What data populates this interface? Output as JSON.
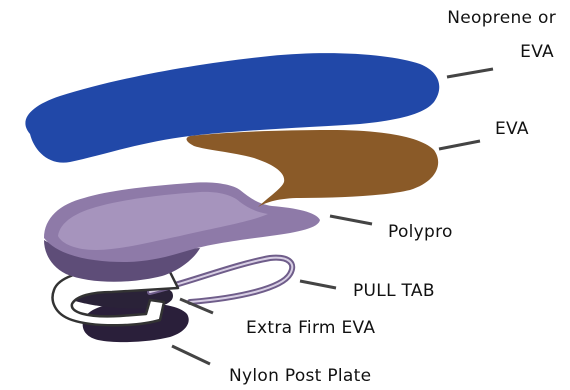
{
  "labels": {
    "neoprene_line1": "Neoprene or",
    "neoprene_line2": "EVA",
    "eva": "EVA",
    "polypro": "Polypro",
    "pull_tab": "PULL TAB",
    "extra_firm": "Extra Firm EVA",
    "nylon": "Nylon Post Plate"
  },
  "colors": {
    "neoprene": "#2148a8",
    "eva": "#8a5a28",
    "polypro": "#8e7aa8",
    "polypro_light": "#a694bd",
    "polypro_dark": "#5e4d78",
    "pull_tab": "#ffffff",
    "extra_firm": "#2a2238",
    "nylon": "#2a1f3a",
    "leader": "#444444"
  }
}
